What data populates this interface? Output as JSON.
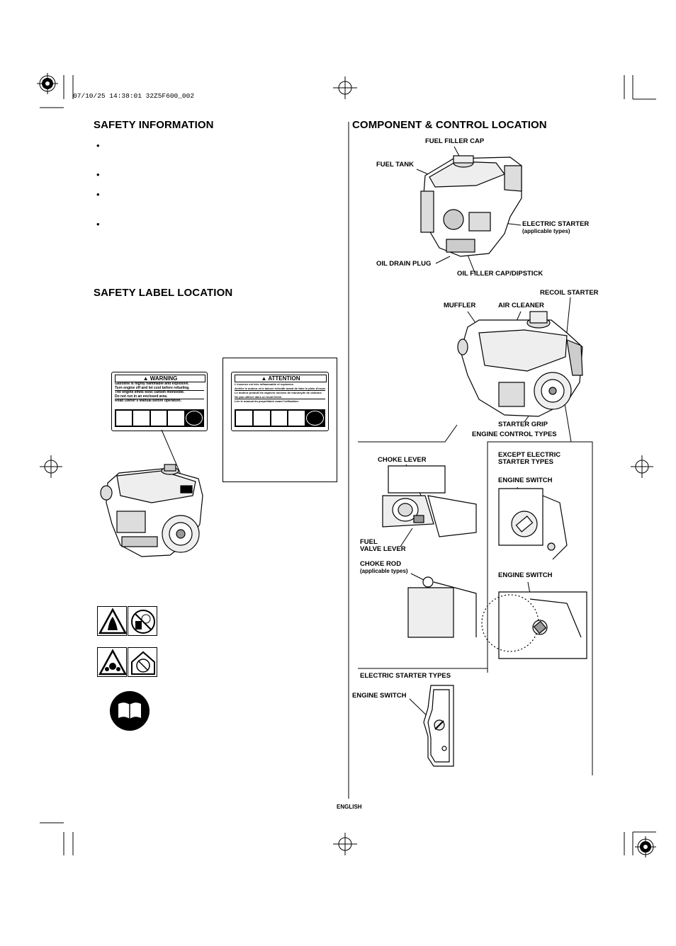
{
  "print_stamp": "07/10/25 14:38:01 32Z5F600_002",
  "footer": "ENGLISH",
  "left": {
    "safety_info_title": "SAFETY INFORMATION",
    "bullets": [
      "•",
      "•",
      "•",
      "•"
    ],
    "safety_label_title": "SAFETY LABEL LOCATION",
    "warning_label": {
      "header": "WARNING",
      "lines": [
        "Gasoline is highly flammable and explosive.",
        "Turn engine off and let cool before refueling.",
        "The engine emits toxic carbon monoxide.",
        "Do not run in an enclosed area.",
        "Read Owner's Manual before operation."
      ]
    },
    "attention_label": {
      "header": "ATTENTION",
      "lines": [
        "L'essence est très inflammable et explosive.",
        "Arrêter le moteur et le laisser refroidir avant de faire le plein d'essence.",
        "Le moteur produit les vapeurs nocives de monoxyde de carbone.",
        "Ne pas utiliser dans un local fermé.",
        "Lire le manual du propriétaire avant l'utilisation."
      ]
    },
    "icons": [
      "fire-hazard-icon",
      "no-refuel-running-icon",
      "toxic-gas-icon",
      "no-enclosed-area-icon",
      "owners-manual-icon"
    ]
  },
  "right": {
    "title": "COMPONENT & CONTROL LOCATION",
    "labels": {
      "fuel_filler_cap": "FUEL FILLER CAP",
      "fuel_tank": "FUEL TANK",
      "electric_starter": "ELECTRIC STARTER",
      "applicable_types": "(applicable types)",
      "oil_drain_plug": "OIL DRAIN PLUG",
      "oil_filler_cap": "OIL FILLER CAP/DIPSTICK",
      "recoil_starter": "RECOIL STARTER",
      "muffler": "MUFFLER",
      "air_cleaner": "AIR CLEANER",
      "starter_grip": "STARTER GRIP",
      "engine_control_types": "ENGINE CONTROL TYPES",
      "choke_lever": "CHOKE LEVER",
      "except_electric_1": "EXCEPT ELECTRIC",
      "except_electric_2": "STARTER TYPES",
      "engine_switch": "ENGINE SWITCH",
      "fuel": "FUEL",
      "valve_lever": "VALVE LEVER",
      "choke_rod": "CHOKE ROD",
      "choke_rod_sub": "(applicable types)",
      "engine_switch_2": "ENGINE SWITCH",
      "electric_starter_types": "ELECTRIC STARTER TYPES",
      "engine_switch_3": "ENGINE SWITCH"
    }
  }
}
